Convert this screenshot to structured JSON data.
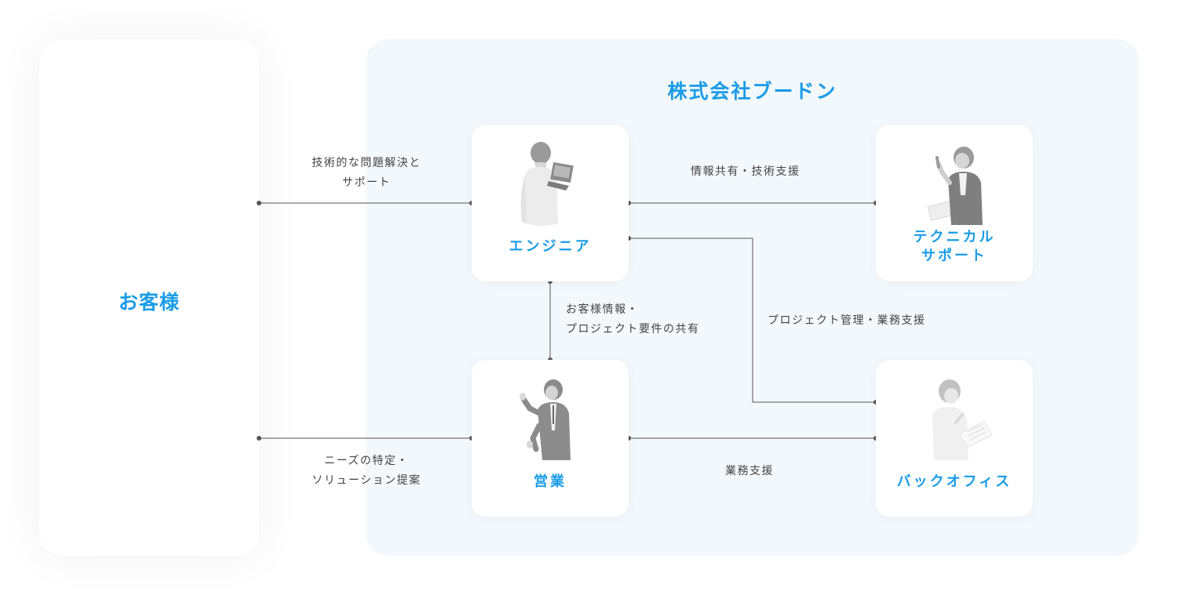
{
  "customer": {
    "label": "お客様"
  },
  "company": {
    "title": "株式会社ブードン"
  },
  "roles": {
    "engineer": {
      "label": "エンジニア"
    },
    "technical_support": {
      "label_line1": "テクニカル",
      "label_line2": "サポート"
    },
    "sales": {
      "label": "営業"
    },
    "back_office": {
      "label": "バックオフィス"
    }
  },
  "connections": {
    "customer_engineer": {
      "line1": "技術的な問題解決と",
      "line2": "サポート"
    },
    "engineer_techsupport": {
      "line1": "情報共有・技術支援"
    },
    "engineer_sales": {
      "line1": "お客様情報・",
      "line2": "プロジェクト要件の共有"
    },
    "engineer_backoffice": {
      "line1": "プロジェクト管理・業務支援"
    },
    "customer_sales": {
      "line1": "ニーズの特定・",
      "line2": "ソリューション提案"
    },
    "sales_backoffice": {
      "line1": "業務支援"
    }
  },
  "colors": {
    "accent": "#1a9ce6",
    "line": "#555555",
    "company_bg": "#f3f8fc",
    "figure": "#cccccc"
  }
}
